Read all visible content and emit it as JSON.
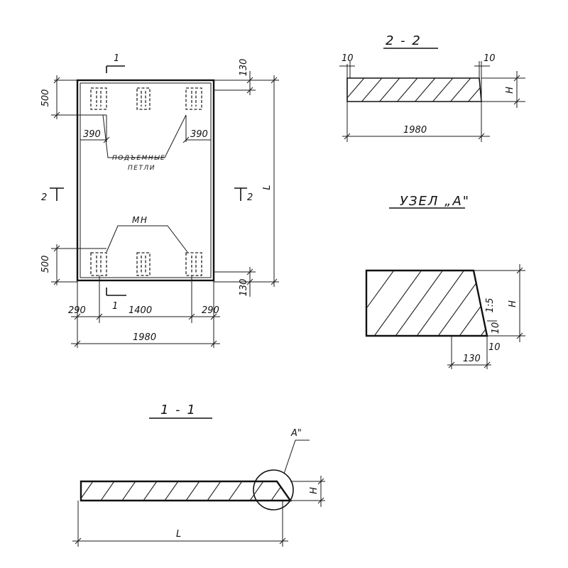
{
  "plan": {
    "dim_top_offset": "130",
    "dim_bottom_offset": "130",
    "dim_edge_top": "500",
    "dim_edge_bottom": "500",
    "dim_loop_left": "390",
    "dim_loop_right": "390",
    "dim_length": "L",
    "dim_left_margin": "290",
    "dim_center": "1400",
    "dim_right_margin": "290",
    "dim_width": "1980",
    "loops_label_line1": "ПОДЪЕМНЫЕ",
    "loops_label_line2": "ПЕТЛИ",
    "mn_label": "МН",
    "section1_top_num": "1",
    "section1_bottom_num": "1",
    "section2_left_num": "2",
    "section2_right_num": "2"
  },
  "section22": {
    "title": "2 - 2",
    "dim_left": "10",
    "dim_right": "10",
    "dim_width": "1980",
    "dim_height": "H"
  },
  "nodeA": {
    "title": "УЗЕЛ „А\"",
    "dim_height": "H",
    "dim_slope": "1:5",
    "dim_small1": "10",
    "dim_small2": "10",
    "dim_base": "130"
  },
  "section11": {
    "title": "1 - 1",
    "callout": "А\"",
    "dim_height": "H",
    "dim_length": "L"
  }
}
